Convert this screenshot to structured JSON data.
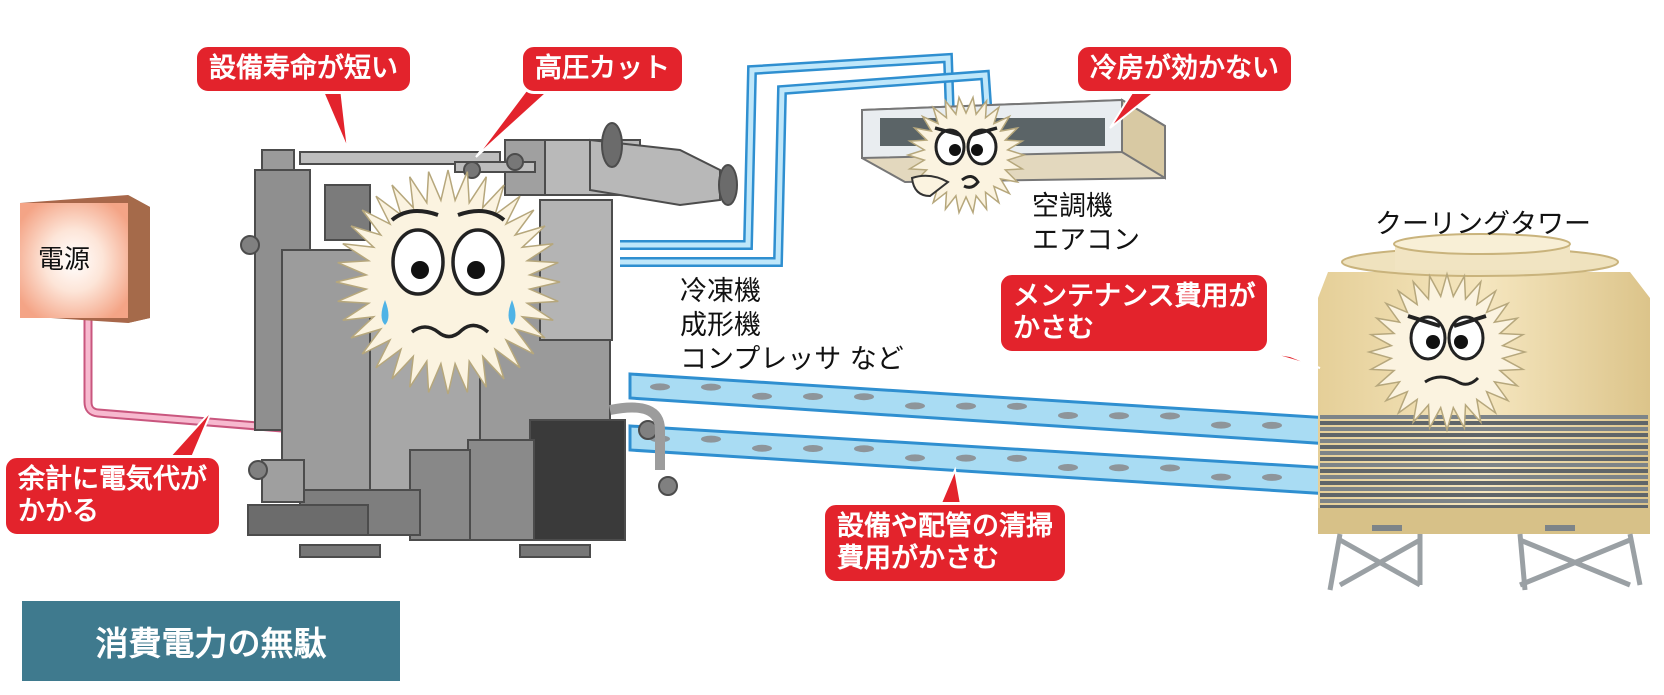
{
  "title": "消費電力の無駄",
  "power_box": {
    "label": "電源"
  },
  "equipment_label": {
    "line1": "冷凍機",
    "line2": "成形機",
    "line3": "コンプレッサ など"
  },
  "aircon_label": {
    "line1": "空調機",
    "line2": "エアコン"
  },
  "tower_label": "クーリングタワー",
  "callouts": {
    "short_life": "設備寿命が短い",
    "high_pressure_cut": "高圧カット",
    "no_cooling": "冷房が効かない",
    "maintenance": {
      "line1": "メンテナンス費用が",
      "line2": "かさむ"
    },
    "electricity": {
      "line1": "余計に電気代が",
      "line2": "かかる"
    },
    "cleaning": {
      "line1": "設備や配管の清掃",
      "line2": "費用がかさむ"
    }
  },
  "colors": {
    "callout": "#e3232c",
    "title_bg": "#3f7a8e",
    "pipe_blue": "#a9dcf3",
    "pipe_outline": "#2f8fd0",
    "power_line": "#ef9bbd",
    "machine_gray": "#8c8c8c",
    "tower_body": "#eedcae",
    "box_face": "#f6a98c"
  }
}
